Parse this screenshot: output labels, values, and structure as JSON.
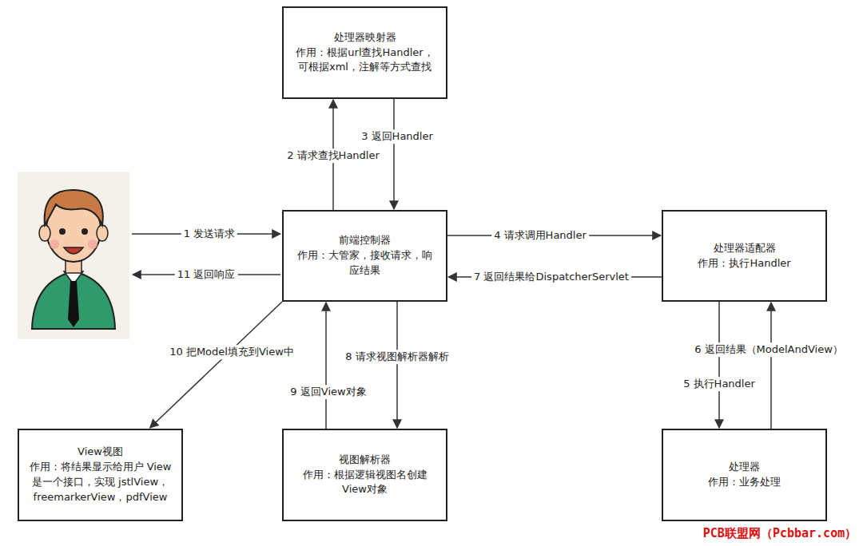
{
  "diagram": {
    "nodes": [
      {
        "text": [
          "处理器映射器",
          "作用：根据url查找Handler，可根据xml，注解等方式查找"
        ]
      },
      {
        "text": [
          "前端控制器",
          "作用：大管家，接收请求，响应结果"
        ]
      },
      {
        "text": [
          "处理器适配器",
          "作用：执行Handler"
        ]
      },
      {
        "text": [
          "View视图",
          "作用：将结果显示给用户 View是一个接口，实现 jstlView，freemarkerView，pdfView"
        ]
      },
      {
        "text": [
          "视图解析器",
          "作用：根据逻辑视图名创建View对象"
        ]
      },
      {
        "text": [
          "处理器",
          "作用：业务处理"
        ]
      }
    ],
    "edges": [
      {
        "from": 1,
        "to": 0,
        "label": "2 请求查找Handler",
        "arrow": "to"
      },
      {
        "from": 0,
        "to": 1,
        "label": "3 返回Handler",
        "arrow": "to"
      },
      {
        "from": 1,
        "to": 2,
        "label": "4 请求调用Handler",
        "arrow": "to"
      },
      {
        "from": 2,
        "to": 1,
        "label": "7 返回结果给DispatcherServlet",
        "arrow": "to"
      },
      {
        "from": 2,
        "to": 5,
        "label": "5 执行Handler",
        "arrow": "to"
      },
      {
        "from": 5,
        "to": 2,
        "label": "6 返回结果（ModelAndView）",
        "arrow": "to"
      },
      {
        "from": 1,
        "to": 4,
        "label": "8 请求视图解析器解析",
        "arrow": "to"
      },
      {
        "from": 4,
        "to": 1,
        "label": "9 返回View对象",
        "arrow": "to"
      },
      {
        "from": 1,
        "to": 3,
        "label": "10 把Model填充到View中",
        "arrow": "to"
      }
    ],
    "labels": [
      "1 发送请求",
      "11 返回响应",
      "PCB联盟网（Pcbbar.com）"
    ]
  }
}
